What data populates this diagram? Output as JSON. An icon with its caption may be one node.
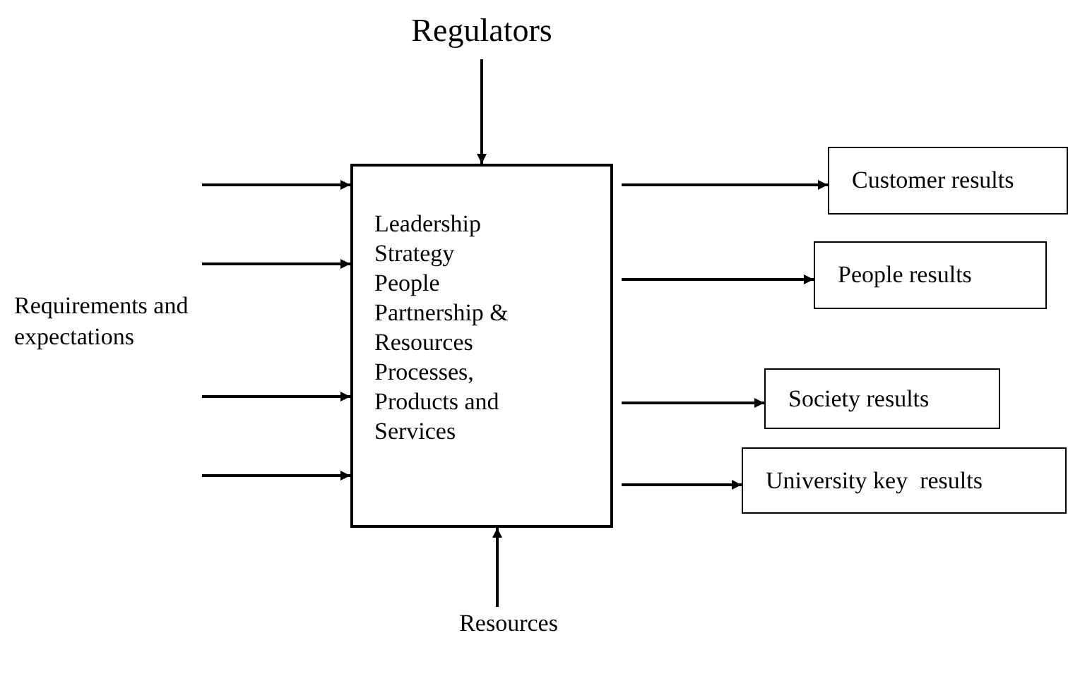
{
  "diagram": {
    "nodes": [
      {
        "text": [
          "Regulators"
        ]
      },
      {
        "text": [
          "Leadership",
          "Strategy",
          "People",
          "Partnership & Resources",
          "Processes, Products and Services"
        ]
      },
      {
        "text": [
          "Customer results"
        ]
      },
      {
        "text": [
          "People results"
        ]
      },
      {
        "text": [
          "Society results"
        ]
      },
      {
        "text": [
          "University key  results"
        ]
      },
      {
        "text": [
          "Resources"
        ]
      }
    ],
    "edges": [
      {
        "from": 0,
        "to": 1,
        "arrow": "to"
      },
      {
        "from": 6,
        "to": 1,
        "arrow": "to"
      },
      {
        "from": null,
        "to": 1,
        "arrow": "to"
      },
      {
        "from": null,
        "to": 1,
        "arrow": "to"
      },
      {
        "from": null,
        "to": 1,
        "arrow": "to"
      },
      {
        "from": null,
        "to": 1,
        "arrow": "to"
      },
      {
        "from": 1,
        "to": 2,
        "arrow": "to"
      },
      {
        "from": 1,
        "to": 3,
        "arrow": "to"
      },
      {
        "from": 1,
        "to": 4,
        "arrow": "to"
      },
      {
        "from": 1,
        "to": 5,
        "arrow": "to"
      }
    ],
    "labels": [
      "Requirements and expectations"
    ]
  }
}
